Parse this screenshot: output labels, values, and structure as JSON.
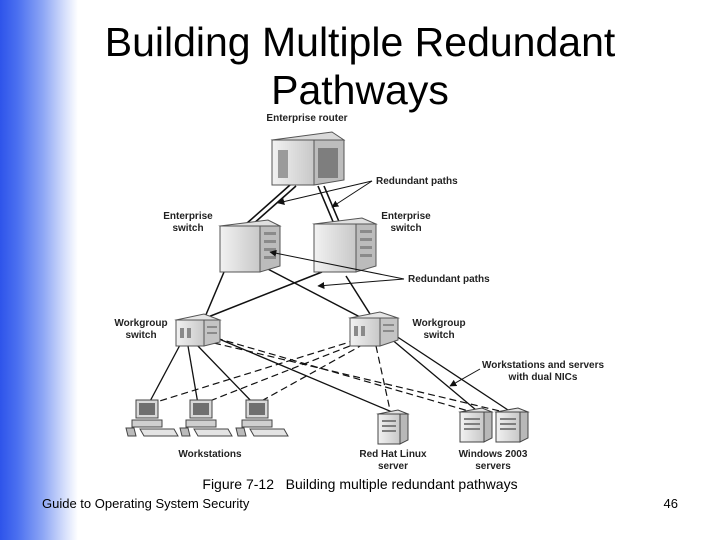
{
  "title": [
    "Building Multiple Redundant",
    "Pathways"
  ],
  "diagram": {
    "nodes": {
      "enterprise_router": "Enterprise router",
      "enterprise_switch_left": [
        "Enterprise",
        "switch"
      ],
      "enterprise_switch_right": [
        "Enterprise",
        "switch"
      ],
      "workgroup_switch_left": [
        "Workgroup",
        "switch"
      ],
      "workgroup_switch_right": [
        "Workgroup",
        "switch"
      ],
      "workstations": "Workstations",
      "linux_server": [
        "Red Hat Linux",
        "server"
      ],
      "windows_servers": [
        "Windows 2003",
        "servers"
      ]
    },
    "callouts": {
      "redundant_paths_top": "Redundant paths",
      "redundant_paths_mid": "Redundant paths",
      "dual_nics": [
        "Workstations and servers",
        "with dual NICs"
      ]
    }
  },
  "caption": {
    "figure_number": "Figure 7-12",
    "text": "Building multiple redundant pathways"
  },
  "footer": {
    "course": "Guide to Operating System Security",
    "page_number": "46"
  }
}
